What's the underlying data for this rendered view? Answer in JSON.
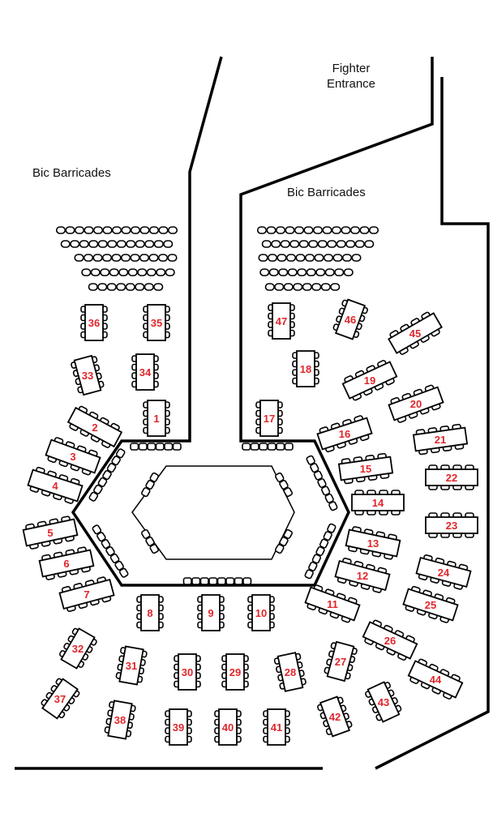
{
  "labels": {
    "fighter_entrance_line1": "Fighter",
    "fighter_entrance_line2": "Entrance",
    "barricades_left": "Bic Barricades",
    "barricades_right": "Bic Barricades"
  },
  "tables": [
    {
      "num": "1"
    },
    {
      "num": "2"
    },
    {
      "num": "3"
    },
    {
      "num": "4"
    },
    {
      "num": "5"
    },
    {
      "num": "6"
    },
    {
      "num": "7"
    },
    {
      "num": "8"
    },
    {
      "num": "9"
    },
    {
      "num": "10"
    },
    {
      "num": "11"
    },
    {
      "num": "12"
    },
    {
      "num": "13"
    },
    {
      "num": "14"
    },
    {
      "num": "15"
    },
    {
      "num": "16"
    },
    {
      "num": "17"
    },
    {
      "num": "18"
    },
    {
      "num": "19"
    },
    {
      "num": "20"
    },
    {
      "num": "21"
    },
    {
      "num": "22"
    },
    {
      "num": "23"
    },
    {
      "num": "24"
    },
    {
      "num": "25"
    },
    {
      "num": "26"
    },
    {
      "num": "27"
    },
    {
      "num": "28"
    },
    {
      "num": "29"
    },
    {
      "num": "30"
    },
    {
      "num": "31"
    },
    {
      "num": "32"
    },
    {
      "num": "33"
    },
    {
      "num": "34"
    },
    {
      "num": "35"
    },
    {
      "num": "36"
    },
    {
      "num": "37"
    },
    {
      "num": "38"
    },
    {
      "num": "39"
    },
    {
      "num": "40"
    },
    {
      "num": "41"
    },
    {
      "num": "42"
    },
    {
      "num": "43"
    },
    {
      "num": "44"
    },
    {
      "num": "45"
    },
    {
      "num": "46"
    },
    {
      "num": "47"
    }
  ],
  "colors": {
    "table_number": "#e0262b",
    "outline": "#000000",
    "background": "#ffffff"
  }
}
